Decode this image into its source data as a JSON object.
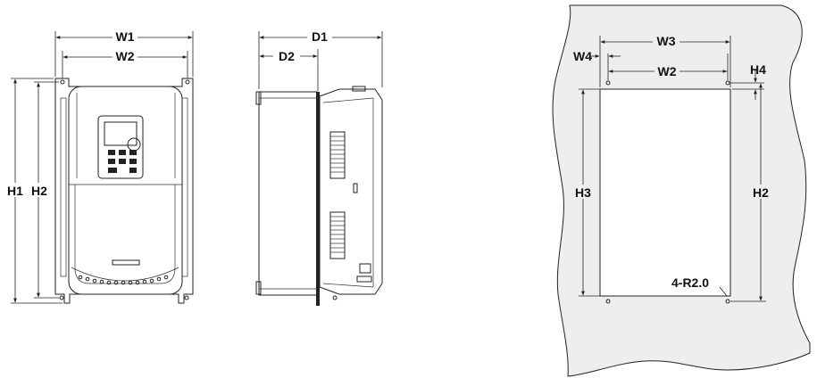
{
  "front_view": {
    "width_overall_label": "W1",
    "width_mount_label": "W2",
    "height_overall_label": "H1",
    "height_mount_label": "H2"
  },
  "side_view": {
    "depth_overall_label": "D1",
    "depth_partial_label": "D2"
  },
  "mounting_template": {
    "width_outer_label": "W3",
    "offset_w_label": "W4",
    "width_mount_label": "W2",
    "offset_h_label": "H4",
    "height_outer_label": "H3",
    "height_mount_label": "H2",
    "hole_label": "4-R2.0"
  }
}
